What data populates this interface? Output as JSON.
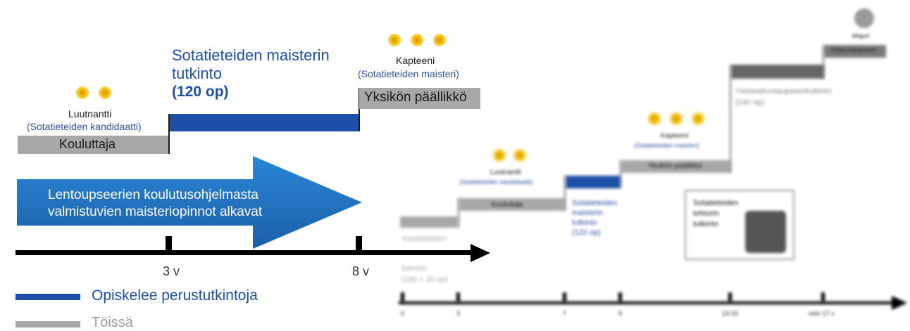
{
  "left": {
    "rank1": "Luutnantti",
    "degree1": "(Sotatieteiden kandidaatti)",
    "job1": "Kouluttaja",
    "masters_title_line1": "Sotatieteiden maisterin",
    "masters_title_line2": "tutkinto",
    "masters_credits": "(120 op)",
    "rank2": "Kapteeni",
    "degree2": "(Sotatieteiden maisteri)",
    "job2": "Yksikön päällikkö",
    "arrow_line1": "Lentoupseerien koulutusohjelmasta",
    "arrow_line2": "valmistuvien maisteriopinnot alkavat",
    "tick1": "3 v",
    "tick2": "8 v"
  },
  "legend": {
    "studying": "Opiskelee perustutkintoja",
    "working": "Töissä"
  },
  "right": {
    "rank_a": "Luutnantti",
    "degree_a": "(Sotatieteiden kandidaatti)",
    "job_a": "Kouluttaja",
    "masters_label": [
      "Sotatieteiden",
      "maisterin",
      "tutkinto",
      "(120 op)"
    ],
    "rank_b": "Kapteeni",
    "degree_b": "(Sotatieteiden maisteri)",
    "job_b": "Yksikön päällikkö",
    "general_staff": "Yleisesikuntaupseeritutkinto",
    "general_staff_credits": "(140 op)",
    "doctor_box": [
      "Sotatieteiden",
      "tohtorin",
      "tutkinto"
    ],
    "rank_c": "Majuri",
    "job_c": "Esikuntaupseeri",
    "bachelor_label": "Sotatieteiden",
    "bachelor_label2": "tutkinto",
    "bachelor_credits": "(180 + 30 op)",
    "axis_ticks": [
      "0",
      "3",
      "7",
      "9",
      "13-15",
      "noin 17 v"
    ]
  },
  "colors": {
    "blue": "#1e4fa8",
    "arrow": "#1f6fbf",
    "grey": "#a8a8a8",
    "gold": "#f1c21b"
  }
}
